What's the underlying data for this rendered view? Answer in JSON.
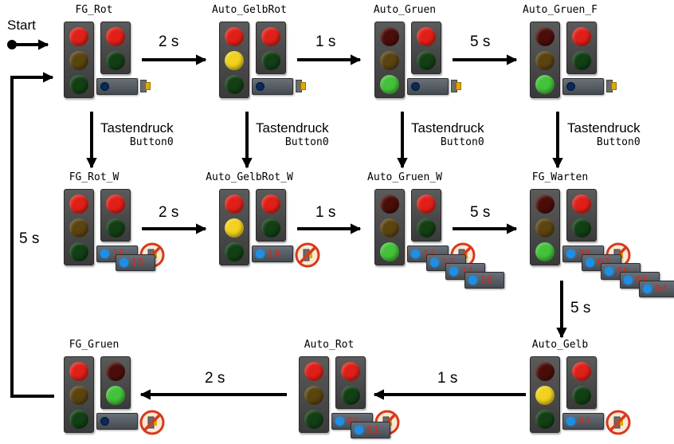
{
  "start_label": "Start",
  "colors": {
    "red_on": "#e02018",
    "red_off": "#4a0e0a",
    "yellow_on": "#f2d21e",
    "yellow_off": "#5a4410",
    "green_on": "#44c23a",
    "green_off": "#123f14",
    "led_on": "#1e8fe6",
    "led_off": "#0a2a5a",
    "digit": "#d6281a",
    "button_cap": "#e0a800"
  },
  "trigger": {
    "text": "Tastendruck",
    "code": "Button0"
  },
  "states": [
    {
      "id": "fg_rot",
      "name": "FG_Rot",
      "car": [
        "on",
        "off",
        "off"
      ],
      "ped": [
        "on",
        "off"
      ],
      "panel": "button",
      "led": "off",
      "digits": "",
      "blocked": false
    },
    {
      "id": "auto_gelbrot",
      "name": "Auto_GelbRot",
      "car": [
        "on",
        "on",
        "off"
      ],
      "ped": [
        "on",
        "off"
      ],
      "panel": "button",
      "led": "off",
      "digits": "",
      "blocked": false
    },
    {
      "id": "auto_gruen",
      "name": "Auto_Gruen",
      "car": [
        "off",
        "off",
        "on"
      ],
      "ped": [
        "on",
        "off"
      ],
      "panel": "button",
      "led": "off",
      "digits": "",
      "blocked": false
    },
    {
      "id": "auto_gruen_f",
      "name": "Auto_Gruen_F",
      "car": [
        "off",
        "off",
        "on"
      ],
      "ped": [
        "on",
        "off"
      ],
      "panel": "button",
      "led": "off",
      "digits": "",
      "blocked": false
    },
    {
      "id": "fg_rot_w",
      "name": "FG_Rot_W",
      "car": [
        "on",
        "off",
        "off"
      ],
      "ped": [
        "on",
        "off"
      ],
      "panel": "countdown",
      "led": "on",
      "digits": "15",
      "blocked": true
    },
    {
      "id": "auto_gelbrot_w",
      "name": "Auto_GelbRot_W",
      "car": [
        "on",
        "on",
        "off"
      ],
      "ped": [
        "on",
        "off"
      ],
      "panel": "countdown",
      "led": "on",
      "digits": "14",
      "blocked": true
    },
    {
      "id": "auto_gruen_w",
      "name": "Auto_Gruen_W",
      "car": [
        "off",
        "off",
        "on"
      ],
      "ped": [
        "on",
        "off"
      ],
      "panel": "countdown",
      "led": "on",
      "digits": "13",
      "blocked": true
    },
    {
      "id": "fg_warten",
      "name": "FG_Warten",
      "car": [
        "off",
        "off",
        "on"
      ],
      "ped": [
        "on",
        "off"
      ],
      "panel": "countdown",
      "led": "on",
      "digits": "08",
      "blocked": true
    },
    {
      "id": "auto_gelb",
      "name": "Auto_Gelb",
      "car": [
        "off",
        "on",
        "off"
      ],
      "ped": [
        "on",
        "off"
      ],
      "panel": "countdown",
      "led": "on",
      "digits": "03",
      "blocked": true
    },
    {
      "id": "auto_rot",
      "name": "Auto_Rot",
      "car": [
        "on",
        "off",
        "off"
      ],
      "ped": [
        "on",
        "off"
      ],
      "panel": "countdown",
      "led": "on",
      "digits": "02",
      "blocked": true
    },
    {
      "id": "fg_gruen",
      "name": "FG_Gruen",
      "car": [
        "on",
        "off",
        "off"
      ],
      "ped": [
        "off",
        "on"
      ],
      "panel": "button",
      "led": "off",
      "digits": "",
      "blocked": true
    }
  ],
  "extra_panels": [
    {
      "state": "fg_rot_w",
      "digits": "15"
    },
    {
      "state": "auto_gruen_w",
      "digits": "12"
    },
    {
      "state": "auto_gruen_w",
      "digits": "11"
    },
    {
      "state": "auto_gruen_w",
      "digits": "10"
    },
    {
      "state": "fg_warten",
      "digits": "07"
    },
    {
      "state": "fg_warten",
      "digits": "06"
    },
    {
      "state": "fg_warten",
      "digits": "05"
    },
    {
      "state": "fg_warten",
      "digits": "04"
    },
    {
      "state": "auto_rot",
      "digits": "01"
    }
  ],
  "transitions": [
    {
      "id": "t1",
      "from": "fg_rot",
      "to": "auto_gelbrot",
      "label": "2 s"
    },
    {
      "id": "t2",
      "from": "auto_gelbrot",
      "to": "auto_gruen",
      "label": "1 s"
    },
    {
      "id": "t3",
      "from": "auto_gruen",
      "to": "auto_gruen_f",
      "label": "5 s"
    },
    {
      "id": "t4",
      "from": "fg_rot_w",
      "to": "auto_gelbrot_w",
      "label": "2 s"
    },
    {
      "id": "t5",
      "from": "auto_gelbrot_w",
      "to": "auto_gruen_w",
      "label": "1 s"
    },
    {
      "id": "t6",
      "from": "auto_gruen_w",
      "to": "fg_warten",
      "label": "5 s"
    },
    {
      "id": "t7",
      "from": "fg_warten",
      "to": "auto_gelb",
      "label": "5 s"
    },
    {
      "id": "t8",
      "from": "auto_gelb",
      "to": "auto_rot",
      "label": "1 s"
    },
    {
      "id": "t9",
      "from": "auto_rot",
      "to": "fg_gruen",
      "label": "2 s"
    },
    {
      "id": "t10",
      "from": "fg_gruen",
      "to": "fg_rot",
      "label": "5 s"
    }
  ]
}
